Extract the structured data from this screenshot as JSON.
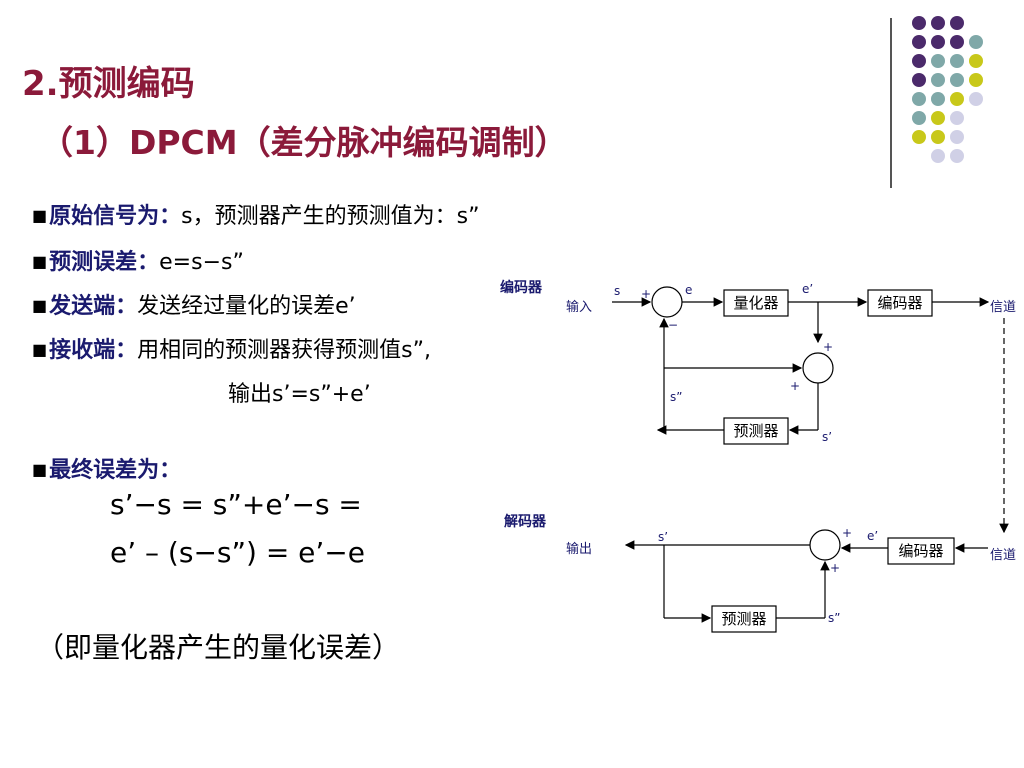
{
  "title": "2.预测编码",
  "subtitle": "（1）DPCM（差分脉冲编码调制）",
  "bullets": [
    {
      "label": "原始信号为：",
      "text": "s，预测器产生的预测值为：s”"
    },
    {
      "label": "预测误差：",
      "text": "e=s−s”"
    },
    {
      "label": "发送端：",
      "text": "发送经过量化的误差e’"
    },
    {
      "label": "接收端：",
      "text": "用相同的预测器获得预测值s”,"
    },
    {
      "label": "",
      "text": "输出s’=s”+e’"
    },
    {
      "label": "最终误差为：",
      "text": ""
    }
  ],
  "equations": {
    "line1": "s’−s = s”+e’−s =",
    "line2": "e’ – (s−s”) =  e’−e"
  },
  "note": "（即量化器产生的量化误差）",
  "encoder": {
    "title": "编码器",
    "input": "输入",
    "s": "s",
    "plus1": "+",
    "e": "e",
    "quantizer": "量化器",
    "e_prime": "e’",
    "coder": "编码器",
    "channel": "信道",
    "plus2": "+",
    "plus3": "+",
    "s_dd": "s”",
    "predictor": "预测器",
    "s_prime": "s’",
    "minus": "−"
  },
  "decoder": {
    "title": "解码器",
    "output": "输出",
    "s_prime": "s’",
    "plus1": "+",
    "e_prime": "e’",
    "decoder_box": "编码器",
    "channel": "信道",
    "plus2": "+",
    "predictor": "预测器",
    "s_dd": "s”"
  },
  "colors": {
    "title": "#8b1a3a",
    "label": "#1a1a6e",
    "dot_purple": "#4b2a6b",
    "dot_teal": "#7fa8a8",
    "dot_yellow": "#c8c81a",
    "dot_lavender": "#d0d0e6",
    "diagram_label": "#1a1a6e"
  }
}
